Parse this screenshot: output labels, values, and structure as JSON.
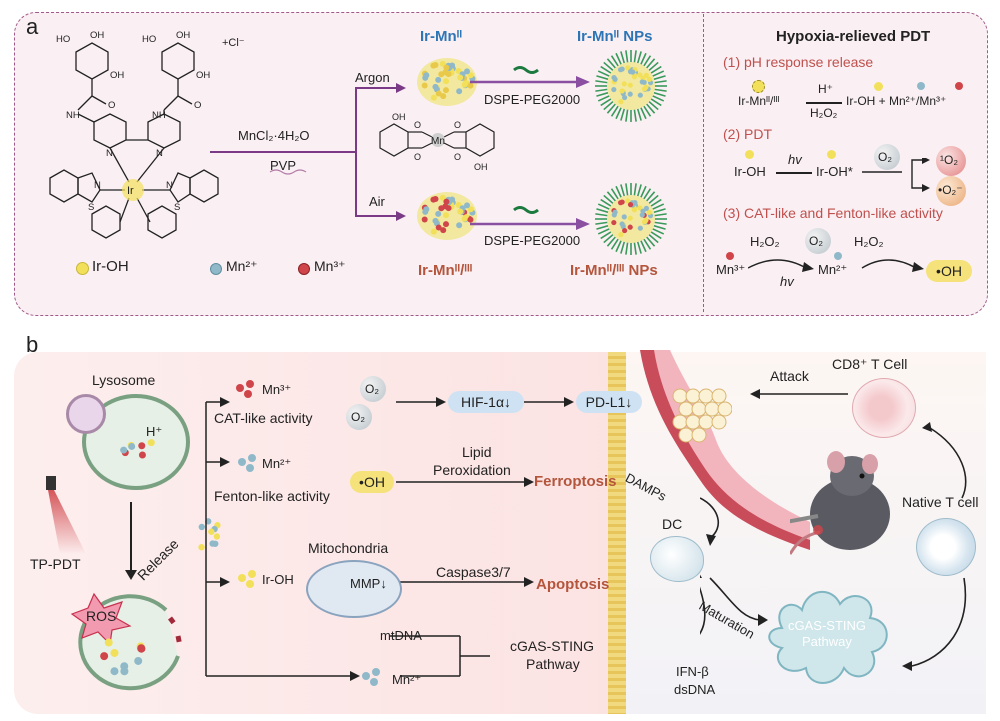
{
  "panel_a": {
    "label": "a",
    "counter_ion": "+Cl⁻",
    "reagent": "MnCl₂·4H₂O",
    "additive": "PVP",
    "branch_argon": "Argon",
    "branch_air": "Air",
    "complex_top": "Ir-Mnᴵᴵ",
    "complex_bottom": "Ir-Mnᴵᴵ/ᴵᴵᴵ",
    "nps_top": "Ir-Mnᴵᴵ NPs",
    "nps_bottom": "Ir-Mnᴵᴵ/ᴵᴵᴵ NPs",
    "peg_top": "DSPE-PEG2000",
    "peg_bottom": "DSPE-PEG2000",
    "metal_center": "Ir",
    "mn_center": "Mn",
    "legend": [
      "Ir-OH",
      "Mn²⁺",
      "Mn³⁺"
    ],
    "legend_colors": [
      "#f2e05a",
      "#8fb9c9",
      "#d0454a"
    ],
    "pdt_title": "Hypoxia-relieved PDT",
    "pdt_steps": [
      "(1) pH response release",
      "(2) PDT",
      "(3) CAT-like and Fenton-like activity"
    ],
    "eq1": {
      "reactant": "Ir-Mnᴵᴵ/ᴵᴵᴵ",
      "above": "H⁺",
      "below": "H₂O₂",
      "products": "Ir-OH + Mn²⁺/Mn³⁺"
    },
    "eq2": {
      "reactant": "Ir-OH",
      "above": "hv",
      "product": "Ir-OH*",
      "o2": "O₂",
      "singlet": "¹O₂",
      "superoxide": "•O₂⁻"
    },
    "eq3": {
      "reactant": "Mn³⁺",
      "above1": "H₂O₂",
      "below1": "hv",
      "mid_o2": "O₂",
      "mid": "Mn²⁺",
      "above2": "H₂O₂",
      "product": "•OH"
    },
    "ligand_groups": [
      "HO",
      "OH",
      "OH",
      "HO",
      "OH",
      "OH",
      "O",
      "O",
      "NH",
      "NH",
      "N",
      "N",
      "N",
      "N",
      "S",
      "S",
      "OH",
      "OH",
      "O",
      "O",
      "O",
      "O"
    ]
  },
  "panel_b": {
    "label": "b",
    "lysosome": "Lysosome",
    "h_plus": "H⁺",
    "tp_pdt": "TP-PDT",
    "ros": "ROS",
    "release": "Release",
    "path1": {
      "ion": "Mn³⁺",
      "activity": "CAT-like activity",
      "o2a": "O₂",
      "o2b": "O₂",
      "hif": "HIF-1α↓",
      "pdl1": "PD-L1↓"
    },
    "path2": {
      "ion": "Mn²⁺",
      "activity": "Fenton-like activity",
      "oh": "•OH",
      "lipid": "Lipid",
      "perox": "Peroxidation",
      "result": "Ferroptosis"
    },
    "path3": {
      "ion": "Ir-OH",
      "mito": "Mitochondria",
      "mmp": "MMP↓",
      "caspase": "Caspase3/7",
      "result": "Apoptosis"
    },
    "path4": {
      "mtdna": "mtDNA",
      "ion": "Mn²⁺",
      "cgas1": "cGAS-STING",
      "cgas2": "Pathway"
    },
    "damps": "DAMPs",
    "dc": "DC",
    "ifn": "IFN-β",
    "dsdna": "dsDNA",
    "maturation": "Maturation",
    "cgas_dc1": "cGAS-STING",
    "cgas_dc2": "Pathway",
    "native_t": "Native T cell",
    "cd8": "CD8⁺ T Cell",
    "attack": "Attack"
  }
}
